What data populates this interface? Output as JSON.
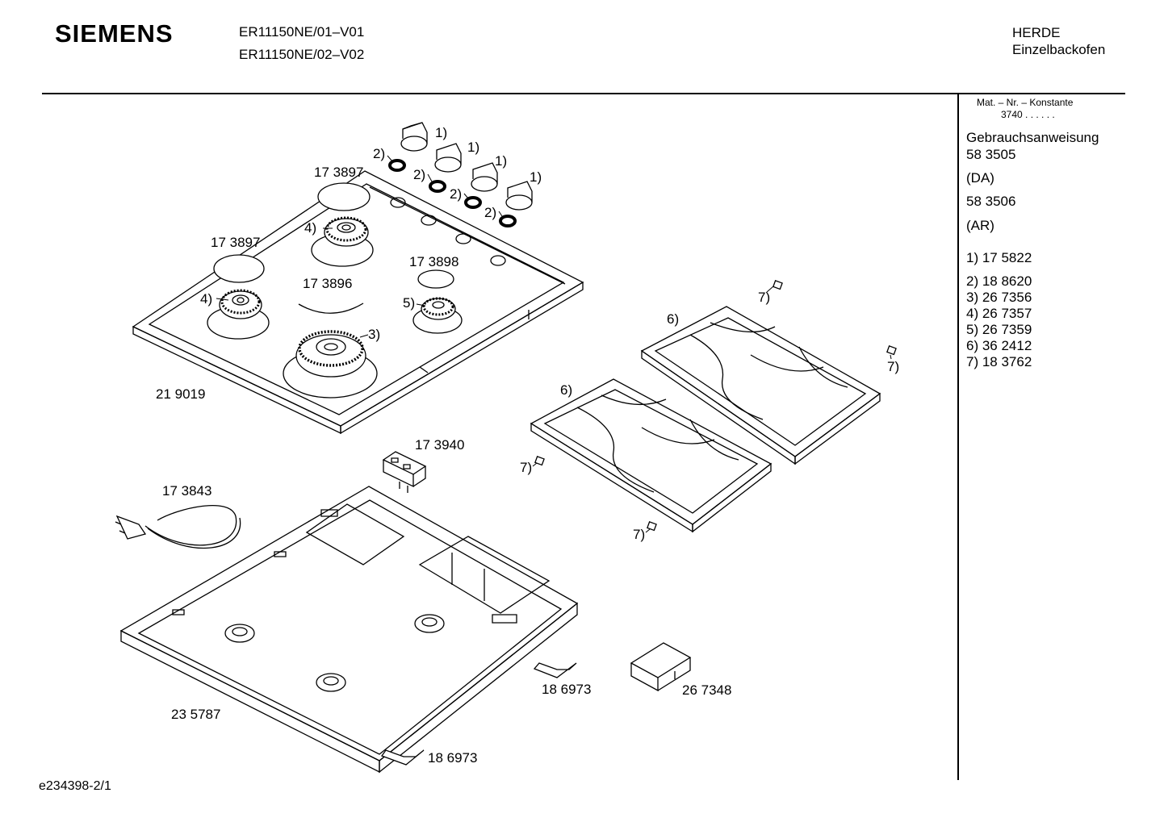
{
  "header": {
    "brand": "SIEMENS",
    "models": [
      "ER11150NE/01–V01",
      "ER11150NE/02–V02"
    ],
    "category": [
      "HERDE",
      "Einzelbackofen"
    ]
  },
  "sidebar": {
    "mat_label": "Mat. – Nr. – Konstante",
    "mat_value": "3740 .  .  .  .  .  .",
    "manual_label": "Gebrauchsanweisung",
    "manuals": [
      {
        "number": "58 3505",
        "lang": "(DA)"
      },
      {
        "number": "58 3506",
        "lang": "(AR)"
      }
    ],
    "parts": [
      "1) 17 5822",
      "2) 18 8620",
      "3) 26 7356",
      "4) 26 7357",
      "5) 26 7359",
      "6) 36 2412",
      "7) 18 3762"
    ]
  },
  "labels": {
    "p173897a": "17 3897",
    "p173897b": "17 3897",
    "p173898": "17 3898",
    "p173896": "17 3896",
    "p219019": "21 9019",
    "p173940": "17 3940",
    "p173843": "17 3843",
    "p186973a": "18 6973",
    "p267348": "26 7348",
    "p235787": "23 5787",
    "p186973b": "18 6973",
    "ref1": "1)",
    "ref2": "2)",
    "ref3": "3)",
    "ref4": "4)",
    "ref5": "5)",
    "ref6": "6)",
    "ref7": "7)"
  },
  "footer": {
    "doc_id": "e234398-2/1"
  }
}
